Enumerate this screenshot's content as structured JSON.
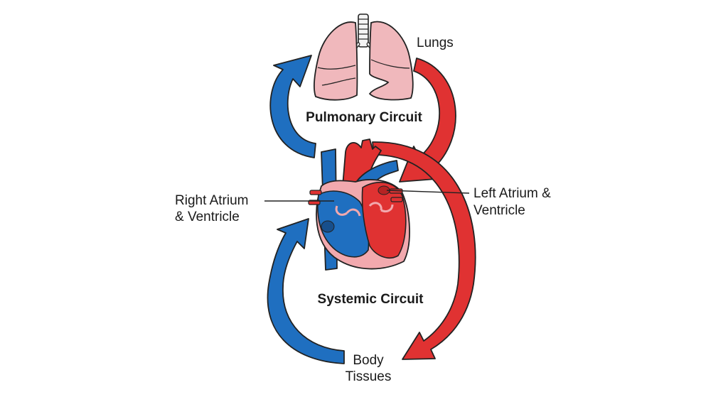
{
  "labels": {
    "lungs": "Lungs",
    "pulmonary_circuit": "Pulmonary Circuit",
    "systemic_circuit": "Systemic Circuit",
    "right_side_line1": "Right Atrium",
    "right_side_line2": "& Ventricle",
    "left_side_line1": "Left Atrium &",
    "left_side_line2": "Ventricle",
    "body_line1": "Body",
    "body_line2": "Tissues"
  },
  "colors": {
    "oxygenated": "#e03232",
    "deoxygenated": "#1f6fc0",
    "lung_tissue": "#f0b8bc",
    "heart_wall": "#f2a9ae",
    "outline": "#222222"
  }
}
